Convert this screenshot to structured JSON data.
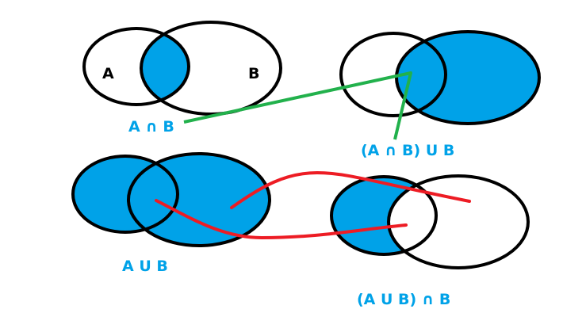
{
  "colors": {
    "fill": "#00a2e8",
    "outline": "#000000",
    "green_connector": "#22b14c",
    "red_connector": "#ed1c24"
  },
  "diagrams": [
    {
      "id": "intersection",
      "label": "A ∩ B",
      "set_labels": [
        "A",
        "B"
      ]
    },
    {
      "id": "intersection-union-b",
      "label": "(A ∩ B) U B"
    },
    {
      "id": "union",
      "label": "A U B"
    },
    {
      "id": "union-intersection-b",
      "label": "(A U B) ∩ B"
    }
  ]
}
